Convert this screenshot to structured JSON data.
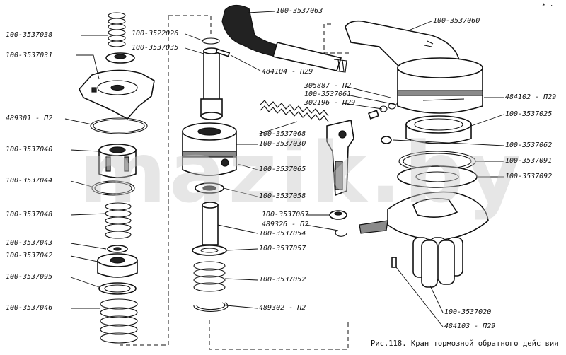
{
  "watermark": "mazik.by",
  "caption": "Рис.118. Кран тормозной обратного действия",
  "corner_mark": "*—·",
  "labels": {
    "l01": "100-3537038",
    "l02": "100-3537031",
    "l03": "489301 - П2",
    "l04": "100-3537040",
    "l05": "100-3537044",
    "l06": "100-3537048",
    "l07": "100-3537043",
    "l08": "100-3537042",
    "l09": "100-3537095",
    "l10": "100-3537046",
    "l11": "100-3522026",
    "l12": "100-3537035",
    "l13": "100-3537063",
    "l14": "484104 - П29",
    "l15": "100-3537068",
    "l16": "100-3537030",
    "l17": "100-3537065",
    "l18": "100-3537058",
    "l19": "100-3537067",
    "l20": "489326 - П2",
    "l21": "100-3537054",
    "l22": "100-3537057",
    "l23": "100-3537052",
    "l24": "489302 - П2",
    "l25": "100-3537060",
    "l26": "305887 - П2",
    "l27": "100-3537061",
    "l28": "302196 - П29",
    "l29": "484102 - П29",
    "l30": "100-3537025",
    "l31": "100-3537062",
    "l32": "100-3537091",
    "l33": "100-3537092",
    "l34": "100-3537020",
    "l35": "484103 - П29"
  }
}
